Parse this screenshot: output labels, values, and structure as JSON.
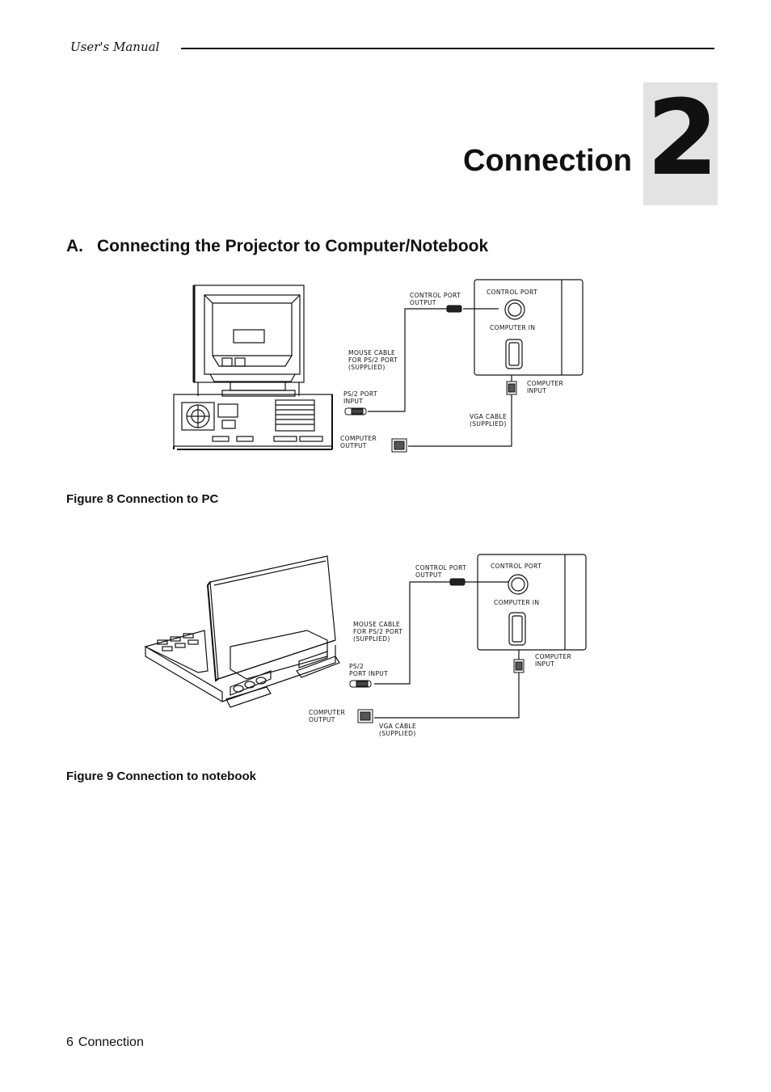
{
  "header": {
    "title": "User's Manual"
  },
  "chapter": {
    "number": "2",
    "title": "Connection"
  },
  "section": {
    "letter": "A.",
    "title": "Connecting the Projector to Computer/Notebook"
  },
  "figure8": {
    "caption": "Figure 8 Connection to PC",
    "labels": {
      "control_port_output": [
        "CONTROL PORT",
        "OUTPUT"
      ],
      "control_port": "CONTROL PORT",
      "computer_in": "COMPUTER IN",
      "mouse_cable": [
        "MOUSE  CABLE",
        "FOR PS/2 PORT",
        "(SUPPLIED)"
      ],
      "computer_input": [
        "COMPUTER",
        "INPUT"
      ],
      "ps2_port_input": [
        "PS/2 PORT",
        "INPUT"
      ],
      "vga_cable": [
        "VGA CABLE",
        "(SUPPLIED)"
      ],
      "computer_output": [
        "COMPUTER",
        "OUTPUT"
      ]
    }
  },
  "figure9": {
    "caption": "Figure 9 Connection to notebook",
    "labels": {
      "control_port_output": [
        "CONTROL PORT",
        "OUTPUT"
      ],
      "control_port": "CONTROL PORT",
      "computer_in": "COMPUTER IN",
      "mouse_cable": [
        "MOUSE  CABLE",
        "FOR PS/2 PORT",
        "(SUPPLIED)"
      ],
      "computer_input": [
        "COMPUTER",
        "INPUT"
      ],
      "ps2_port_input": [
        "PS/2",
        "PORT INPUT"
      ],
      "vga_cable": [
        "VGA CABLE",
        "(SUPPLIED)"
      ],
      "computer_output": [
        "COMPUTER",
        "OUTPUT"
      ]
    }
  },
  "footer": {
    "page_number": "6",
    "section": "Connection"
  }
}
